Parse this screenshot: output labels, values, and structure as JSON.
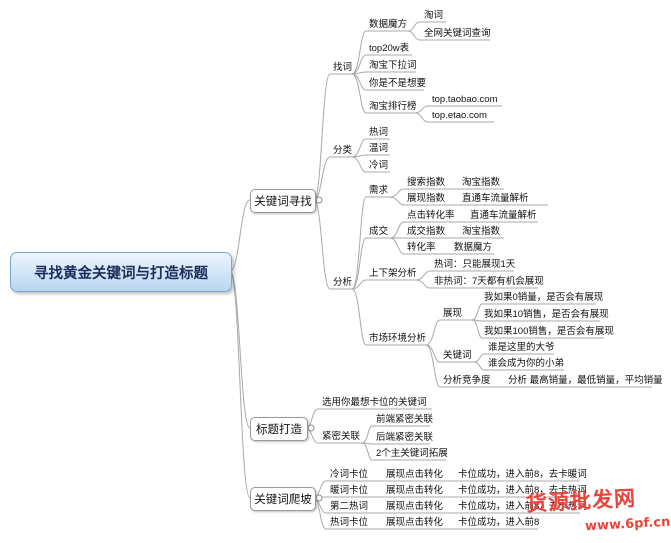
{
  "root": "寻找黄金关键词与打造标题",
  "main": {
    "keyword_search": "关键词寻找",
    "title_build": "标题打造",
    "keyword_climb": "关键词爬坡"
  },
  "find": {
    "label": "找词",
    "magic_cube": "数据魔方",
    "taoci": "淘词",
    "web_query": "全网关键词查询",
    "top20w": "top20w表",
    "dropdown": "淘宝下拉词",
    "want": "你是不是想要",
    "rank": "淘宝排行榜",
    "top_taobao": "top.taobao.com",
    "top_etao": "top.etao.com"
  },
  "category": {
    "label": "分类",
    "hot": "热词",
    "warm": "温词",
    "cold": "冷词"
  },
  "analysis": {
    "label": "分析",
    "demand": "需求",
    "search_index": "搜索指数",
    "taobao_index": "淘宝指数",
    "show_index": "展现指数",
    "ztc_flow": "直通车流量解析",
    "trade": "成交",
    "ctr": "点击转化率",
    "ztc_flow2": "直通车流量解析",
    "trade_index": "成交指数",
    "taobao_index2": "淘宝指数",
    "conv": "转化率",
    "magic_cube2": "数据魔方",
    "shelf": "上下架分析",
    "hot_word": "热词：只能展现1天",
    "non_hot": "非热词：7天都有机会展现",
    "market": "市场环境分析",
    "exposure": "展现",
    "sales0": "我如果0销量，是否会有展现",
    "sales10": "我如果10销售，是否会有展现",
    "sales100": "我如果100销售，是否会有展现",
    "keyword": "关键词",
    "boss": "谁是这里的大爷",
    "little": "谁会成为你的小弟",
    "competition": "分析竞争度",
    "comp_detail": "分析  最高销量，最低销量，平均销量"
  },
  "title": {
    "pick": "选用你最想卡位的关键词",
    "tight": "紧密关联",
    "front": "前端紧密关联",
    "back": "后端紧密关联",
    "two_main": "2个主关键词拓展"
  },
  "climb": {
    "row1_a": "冷词卡位",
    "row1_b": "展现点击转化",
    "row1_c": "卡位成功，进入前8，去卡暖词",
    "row2_a": "暖词卡位",
    "row2_b": "展现点击转化",
    "row2_c": "卡位成功，进入前8，去卡热词",
    "row3_a": "第二热词",
    "row3_b": "展现点击转化",
    "row3_c": "卡位成功，进入前8，去卡热词",
    "row4_a": "热词卡位",
    "row4_b": "展现点击转化",
    "row4_c": "卡位成功，进入前8"
  },
  "watermark": {
    "brand": "货源批发网",
    "url": "www.6pf.cn"
  },
  "colors": {
    "line": "#a9a9a9",
    "root_text": "#1e2b5a",
    "watermark": "#e8453c"
  }
}
